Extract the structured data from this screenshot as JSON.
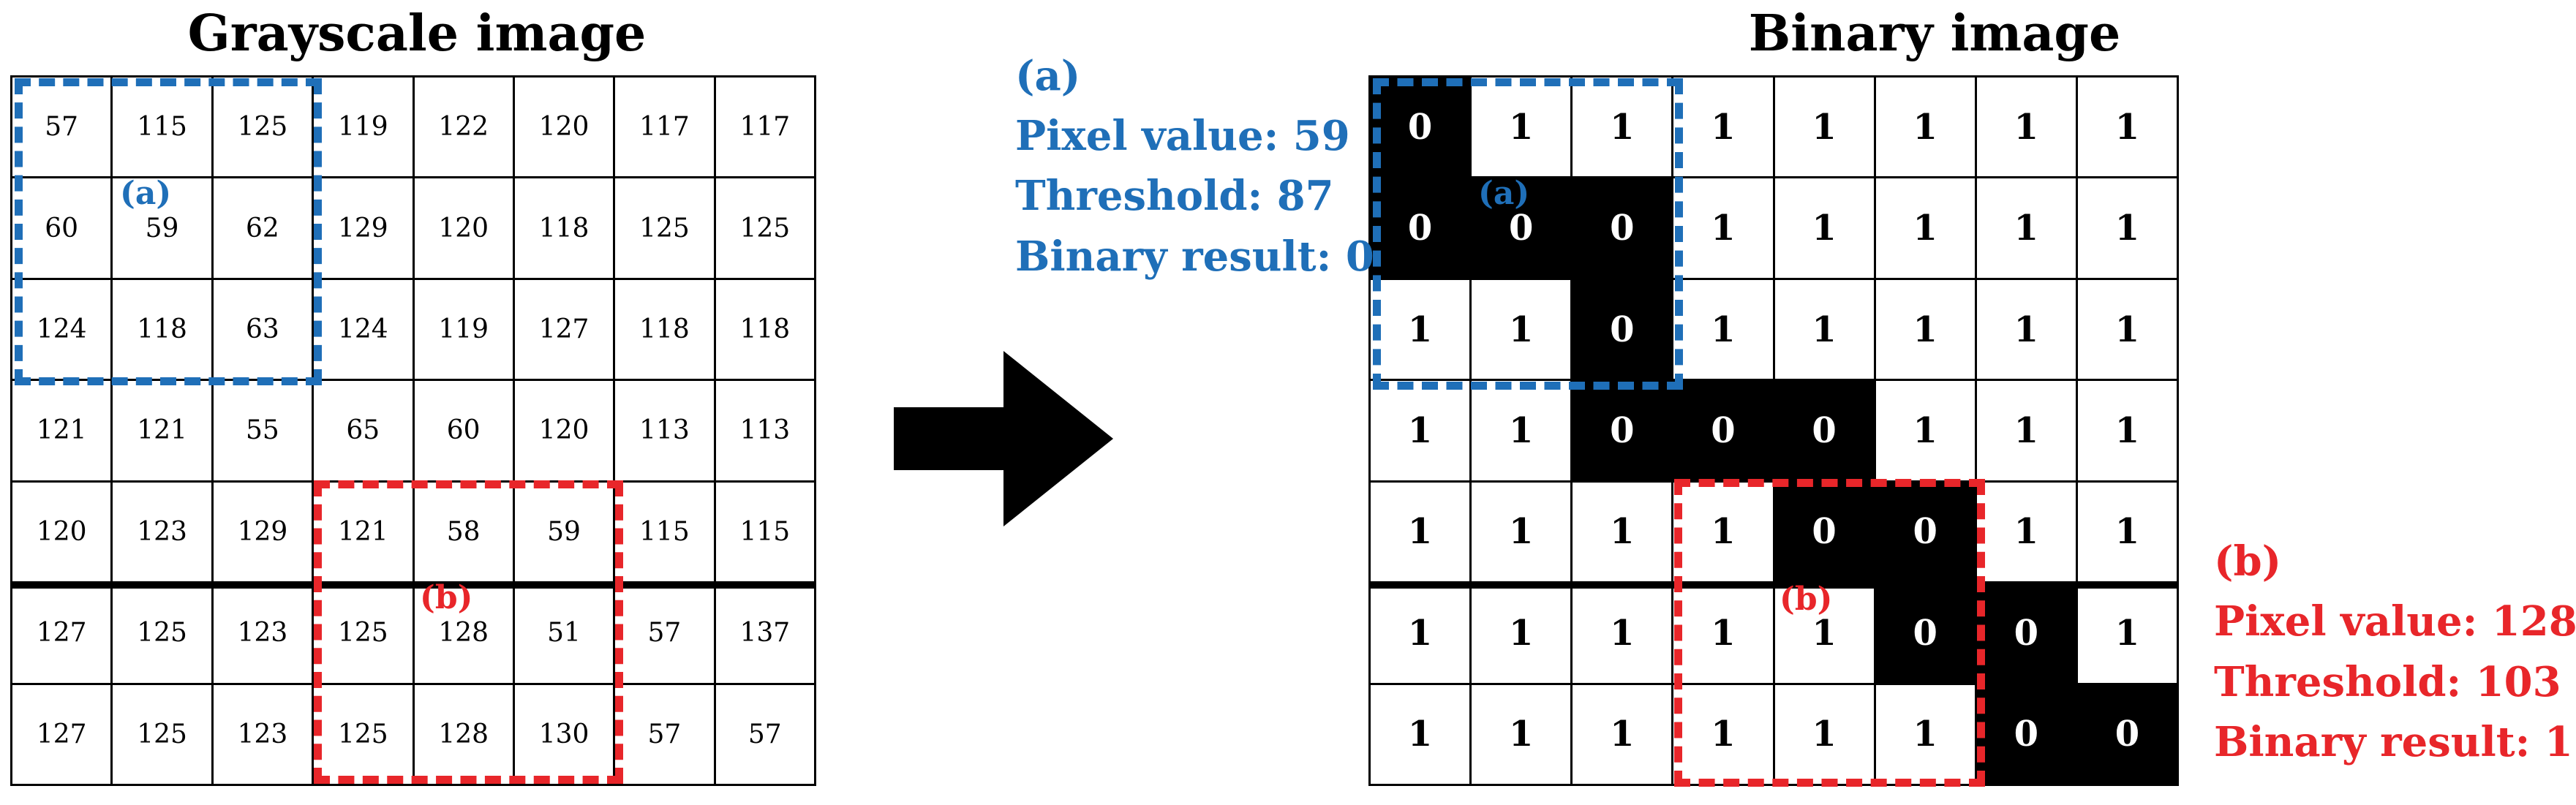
{
  "grayscale": {
    "title": "Grayscale image",
    "rows": [
      [
        "57",
        "115",
        "125",
        "119",
        "122",
        "120",
        "117",
        "117"
      ],
      [
        "60",
        "59",
        "62",
        "129",
        "120",
        "118",
        "125",
        "125"
      ],
      [
        "124",
        "118",
        "63",
        "124",
        "119",
        "127",
        "118",
        "118"
      ],
      [
        "121",
        "121",
        "55",
        "65",
        "60",
        "120",
        "113",
        "113"
      ],
      [
        "120",
        "123",
        "129",
        "121",
        "58",
        "59",
        "115",
        "115"
      ],
      [
        "127",
        "125",
        "123",
        "125",
        "128",
        "51",
        "57",
        "137"
      ],
      [
        "127",
        "125",
        "123",
        "125",
        "128",
        "130",
        "57",
        "57"
      ]
    ],
    "region_a_label": "(a)",
    "region_b_label": "(b)"
  },
  "binary": {
    "title": "Binary image",
    "rows": [
      [
        "0",
        "1",
        "1",
        "1",
        "1",
        "1",
        "1",
        "1"
      ],
      [
        "0",
        "0",
        "0",
        "1",
        "1",
        "1",
        "1",
        "1"
      ],
      [
        "1",
        "1",
        "0",
        "1",
        "1",
        "1",
        "1",
        "1"
      ],
      [
        "1",
        "1",
        "0",
        "0",
        "0",
        "1",
        "1",
        "1"
      ],
      [
        "1",
        "1",
        "1",
        "1",
        "0",
        "0",
        "1",
        "1"
      ],
      [
        "1",
        "1",
        "1",
        "1",
        "1",
        "0",
        "0",
        "1"
      ],
      [
        "1",
        "1",
        "1",
        "1",
        "1",
        "1",
        "0",
        "0"
      ]
    ],
    "region_a_label": "(a)",
    "region_b_label": "(b)"
  },
  "annotation_a": {
    "label": "(a)",
    "pixel_value": "Pixel value: 59",
    "threshold": "Threshold: 87",
    "binary_result": "Binary result: 0",
    "color": "#1f6fb8"
  },
  "annotation_b": {
    "label": "(b)",
    "pixel_value": "Pixel value: 128",
    "threshold": "Threshold: 103",
    "binary_result": "Binary result: 1",
    "color": "#e8262a"
  },
  "arrow": {
    "icon": "right-arrow-icon",
    "color": "#000000"
  }
}
